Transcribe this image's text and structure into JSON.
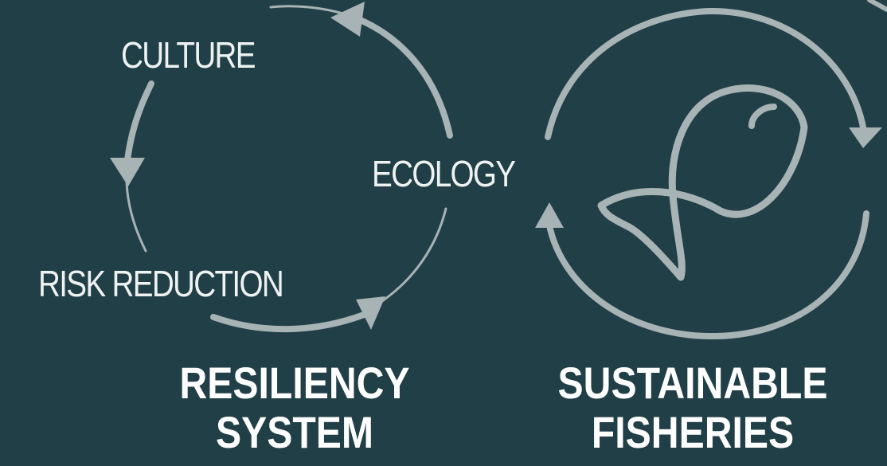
{
  "colors": {
    "background": "#213f47",
    "stroke": "#a7b3b4",
    "text": "#ffffff"
  },
  "resiliency": {
    "cycle_labels": {
      "culture": "CULTURE",
      "ecology": "ECOLOGY",
      "risk": "RISK REDUCTION"
    },
    "title_line1": "RESILIENCY",
    "title_line2": "SYSTEM"
  },
  "fisheries": {
    "icon": "fish-icon",
    "title_line1": "SUSTAINABLE",
    "title_line2": "FISHERIES"
  }
}
